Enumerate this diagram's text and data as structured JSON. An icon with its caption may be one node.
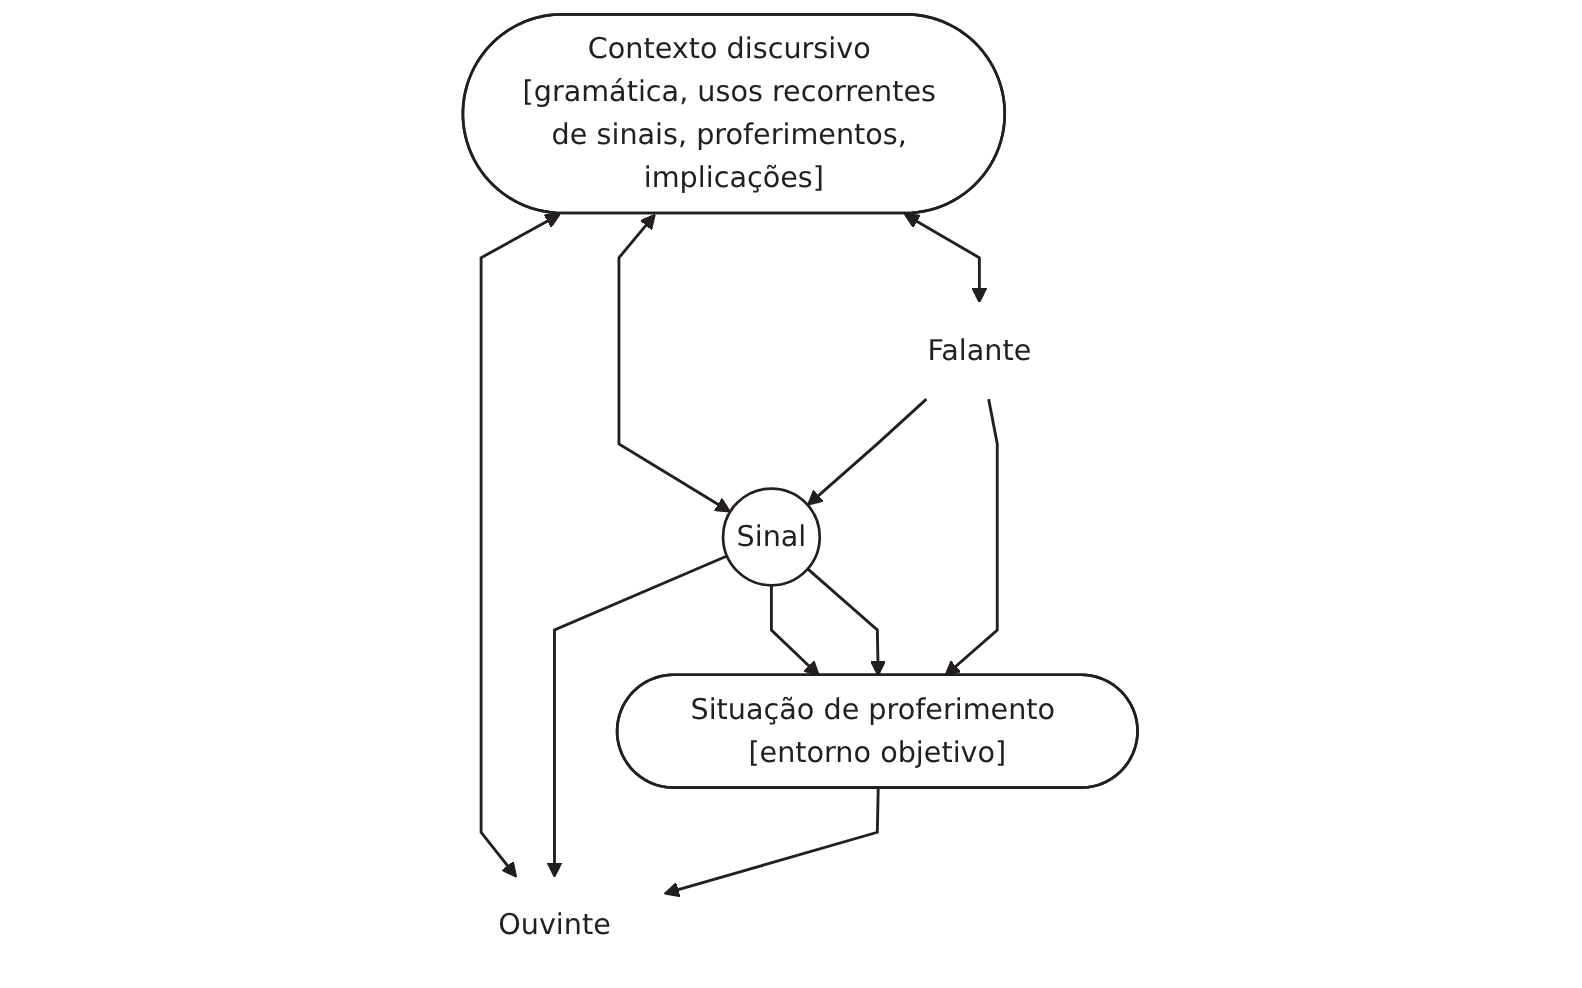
{
  "diagram": {
    "nodes": [
      {
        "text": [
          "Contexto discursivo [gramática, usos recorrentes de sinais, proferimentos, implicações]"
        ]
      },
      {
        "text": [
          "Sinal"
        ]
      },
      {
        "text": [
          "Ouvinte"
        ]
      },
      {
        "text": [
          "Falante"
        ]
      },
      {
        "text": [
          "Situação de proferimento [entorno objetivo]"
        ]
      }
    ],
    "edges": [
      {
        "from": 0,
        "to": 1,
        "arrow": "both"
      },
      {
        "from": 0,
        "to": 2,
        "arrow": "both"
      },
      {
        "from": 0,
        "to": 3,
        "arrow": "both"
      },
      {
        "from": 1,
        "to": 2,
        "arrow": "to"
      },
      {
        "from": 3,
        "to": 1,
        "arrow": "to"
      },
      {
        "from": 1,
        "to": 4,
        "arrow": "to"
      },
      {
        "from": 1,
        "to": 4,
        "arrow": "to"
      },
      {
        "from": 4,
        "to": 2,
        "arrow": "to"
      },
      {
        "from": 3,
        "to": 4,
        "arrow": "to"
      }
    ]
  }
}
